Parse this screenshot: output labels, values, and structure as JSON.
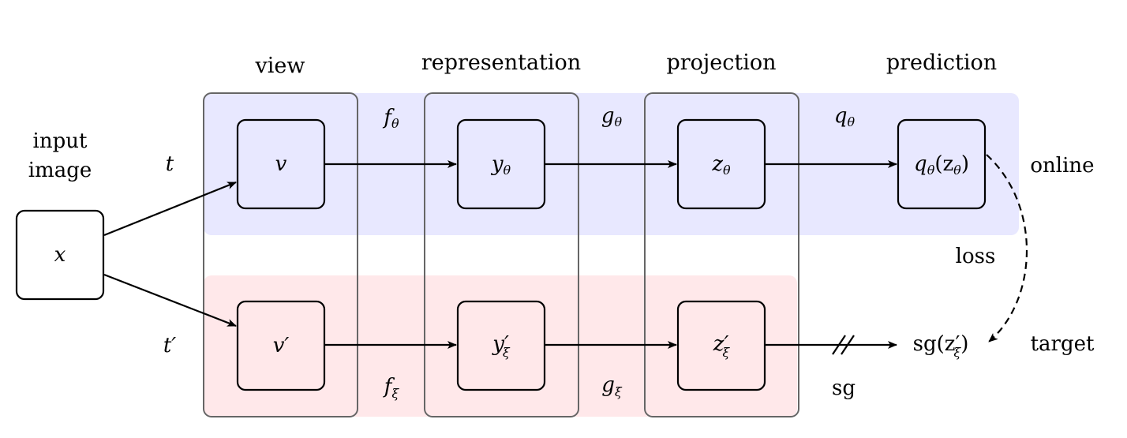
{
  "columns": {
    "view": "view",
    "representation": "representation",
    "projection": "projection",
    "prediction": "prediction"
  },
  "input": {
    "label_line1": "input",
    "label_line2": "image",
    "node": "x"
  },
  "branches": {
    "online": "online",
    "target": "target",
    "online_color": "#e8e8ff",
    "target_color": "#ffe8ea"
  },
  "transforms": {
    "t": "t",
    "t_prime": "t′"
  },
  "online_nodes": {
    "view": "v",
    "representation": "y",
    "representation_sub": "θ",
    "projection": "z",
    "projection_sub": "θ",
    "prediction_pre": "q",
    "prediction_sub": "θ",
    "prediction_arg": "(z",
    "prediction_arg_sub": "θ",
    "prediction_close": ")"
  },
  "target_nodes": {
    "view": "v′",
    "representation": "y′",
    "representation_sub": "ξ",
    "projection": "z′",
    "projection_sub": "ξ",
    "sg_pre": "sg(z′",
    "sg_sub": "ξ",
    "sg_close": ")"
  },
  "functions": {
    "f_online": "f",
    "f_online_sub": "θ",
    "g_online": "g",
    "g_online_sub": "θ",
    "q_online": "q",
    "q_online_sub": "θ",
    "f_target": "f",
    "f_target_sub": "ξ",
    "g_target": "g",
    "g_target_sub": "ξ",
    "sg": "sg"
  },
  "loss": "loss"
}
